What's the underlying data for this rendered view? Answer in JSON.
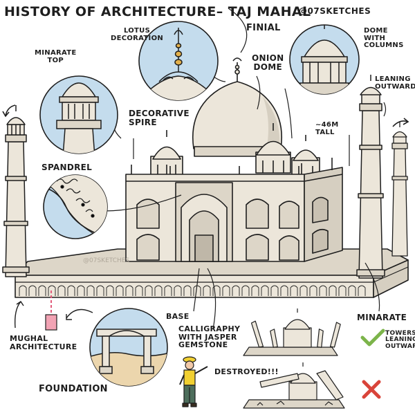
{
  "title": "HISTORY OF ARCHITECTURE– TAJ MAHAL",
  "handle": "@07SKETCHES",
  "watermark": "@07SKETCHES",
  "labels": {
    "lotus_decoration": "LOTUS\nDECORATION",
    "finial": "FINIAL",
    "onion_dome": "ONION\nDOME",
    "dome_with_columns": "DOME\nWITH\nCOLUMNS",
    "minarate_top": "MINARATE\nTOP",
    "decorative_spire": "DECORATIVE\nSPIRE",
    "leaning_outward": "LEANING\nOUTWARD",
    "height": "~46m\nTALL",
    "spandrel": "SPANDREL",
    "base": "BASE",
    "calligraphy": "CALLIGRAPHY\nWITH JASPER\nGEMSTONE",
    "minarate": "MINARATE",
    "mughal_architecture": "MUGHAL\nARCHITECTURE",
    "foundation": "FOUNDATION",
    "towers_leaning_outward": "TOWERS\nLEANING\nOUTWARD",
    "destroyed": "DESTROYED!!!"
  },
  "colors": {
    "ink": "#1e1e1e",
    "stone": "#ece6da",
    "stone_shade": "#d6cfc1",
    "bubble": "#c4dced",
    "sand": "#ecd6ad",
    "check": "#7cb44a",
    "cross": "#d9443a",
    "pink": "#f2a3b4",
    "vest": "#f1d032",
    "worker_pants": "#4d6e5c"
  },
  "icons": [
    "check-icon",
    "cross-icon",
    "worker-figure",
    "finial-icon"
  ]
}
